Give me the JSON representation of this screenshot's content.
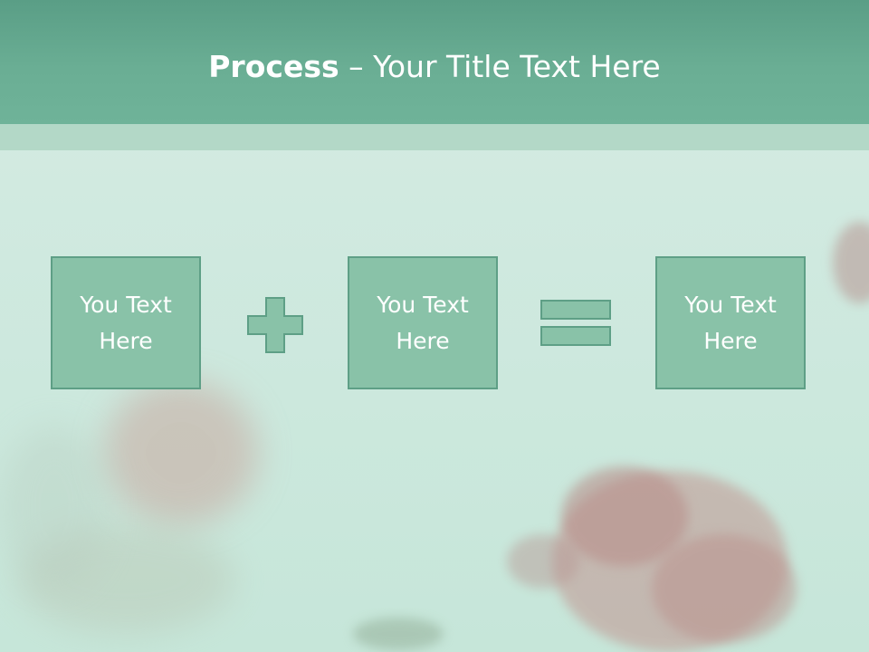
{
  "slide": {
    "title_bold": "Process",
    "title_rest": " – Your Title Text Here",
    "boxes": [
      {
        "text": "You Text Here"
      },
      {
        "text": "You Text Here"
      },
      {
        "text": "You Text Here"
      }
    ],
    "operators": [
      "plus-icon",
      "equals-icon"
    ],
    "colors": {
      "header": "#6aae94",
      "header_band": "#b3d8c7",
      "box_fill": "#89c2a8",
      "box_border": "#5e9f86",
      "text": "#ffffff"
    }
  }
}
